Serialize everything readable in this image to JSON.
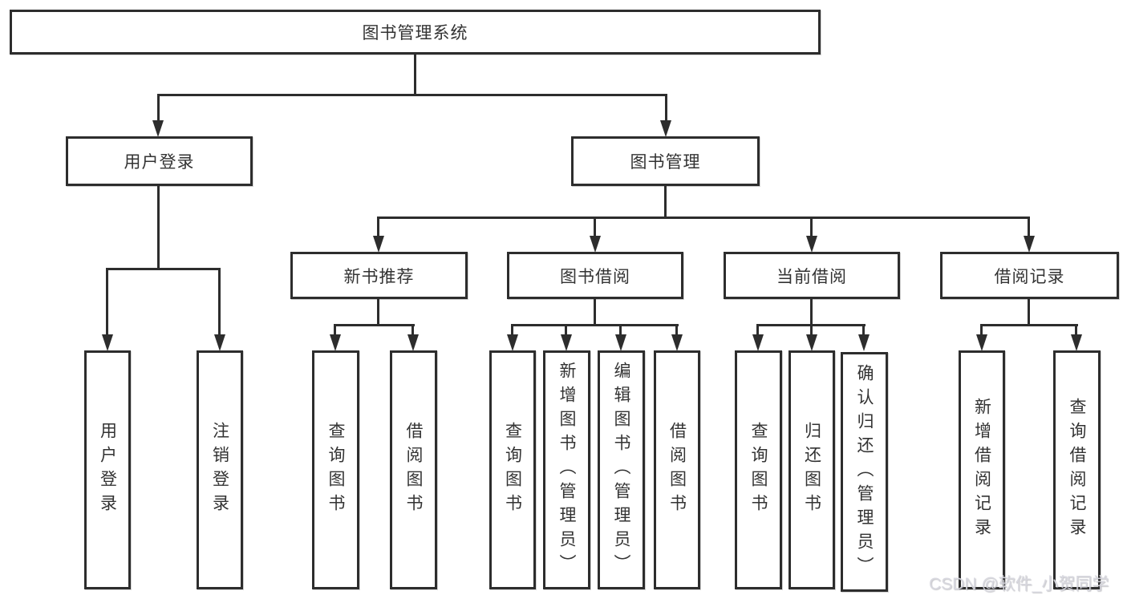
{
  "diagram": {
    "title": "图书管理系统",
    "level2": {
      "user_login": "用户登录",
      "book_mgmt": "图书管理"
    },
    "level3": {
      "new_books": "新书推荐",
      "book_borrow": "图书借阅",
      "current_borrow": "当前借阅",
      "borrow_records": "借阅记录"
    },
    "leaves": {
      "user_login": [
        "用户登录",
        "注销登录"
      ],
      "new_books": [
        "查询图书",
        "借阅图书"
      ],
      "book_borrow": [
        "查询图书",
        "新增图书（管理员）",
        "编辑图书（管理员）",
        "借阅图书"
      ],
      "current_borrow": [
        "查询图书",
        "归还图书",
        "确认归还（管理员）"
      ],
      "borrow_records": [
        "新增借阅记录",
        "查询借阅记录"
      ]
    },
    "watermark": "CSDN @软件_小贺同学",
    "colors": {
      "line": "#2d2d2d",
      "text": "#333333",
      "background": "#ffffff",
      "watermark": "#d7d7de"
    }
  }
}
